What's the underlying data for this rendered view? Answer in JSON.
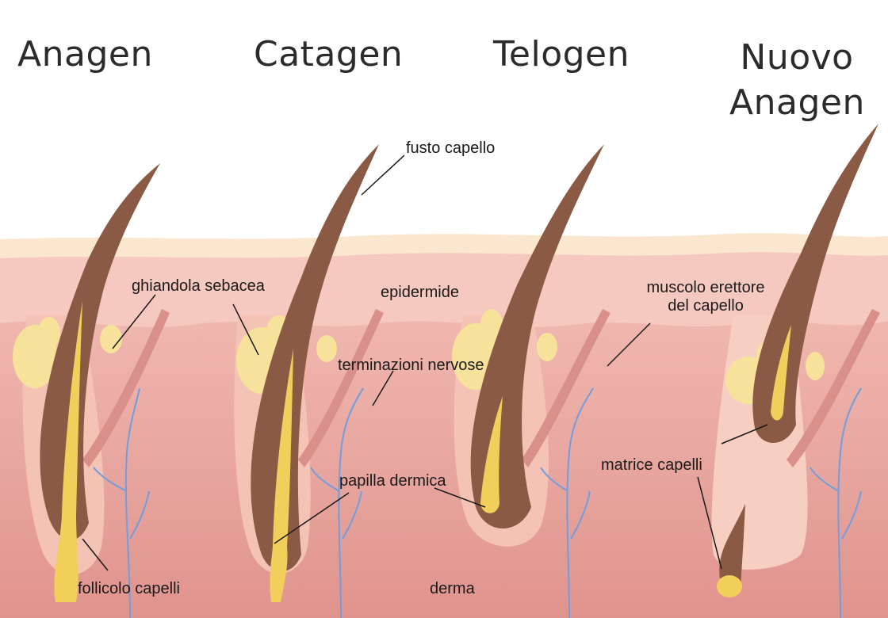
{
  "phases": {
    "anagen": "Anagen",
    "catagen": "Catagen",
    "telogen": "Telogen",
    "new_anagen_line1": "Nuovo",
    "new_anagen_line2": "Anagen"
  },
  "labels": {
    "hair_shaft": "fusto capello",
    "sebaceous_gland": "ghiandola sebacea",
    "epidermis": "epidermide",
    "arrector_muscle_line1": "muscolo erettore",
    "arrector_muscle_line2": "del capello",
    "nerve_endings": "terminazioni nervose",
    "dermal_papilla": "papilla dermica",
    "hair_matrix": "matrice capelli",
    "hair_follicle": "follicolo capelli",
    "dermis": "derma"
  },
  "colors": {
    "dermis": "#e7a39d",
    "epidermis": "#f5c9bf",
    "skin_surface": "#fbe6cf",
    "hair": "#8a5a44",
    "papilla": "#f2cf5a",
    "gland": "#f6e29a",
    "nerve": "#6f9ee0",
    "muscle": "#d98f8a"
  }
}
